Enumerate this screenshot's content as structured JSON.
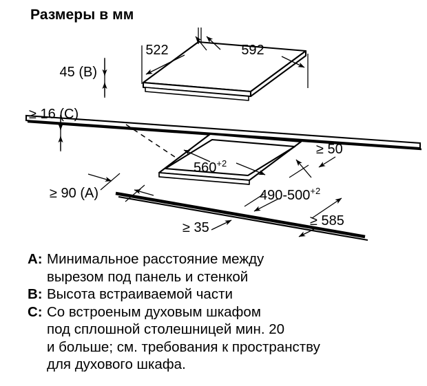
{
  "title": "Размеры в мм",
  "units": "мм",
  "dimensions": {
    "depth_hob": "522",
    "width_hob": "592",
    "height_b": "45 (B)",
    "clearance_c": "≥ 16 (C)",
    "clearance_a": "≥ 90 (A)",
    "cutout_width": "560",
    "cutout_width_tol": "+2",
    "cutout_depth": "490-500",
    "cutout_depth_tol": "+2",
    "rear_clearance": "≥ 50",
    "front_clearance": "≥ 35",
    "worktop_depth": "≥ 585"
  },
  "legend": [
    {
      "key": "A",
      "separator": ":",
      "text": "Минимальное расстояние между\nвырезом под панель и стенкой"
    },
    {
      "key": "B",
      "separator": ":",
      "text": "Высота встраиваемой части"
    },
    {
      "key": "C",
      "separator": ":",
      "text": "Со встроеным духовым шкафом\nпод сплошной столешницей мин. 20\nи больше; см. требования к пространству\nдля духового шкафа."
    }
  ],
  "colors": {
    "line": "#000000",
    "background": "#ffffff"
  }
}
